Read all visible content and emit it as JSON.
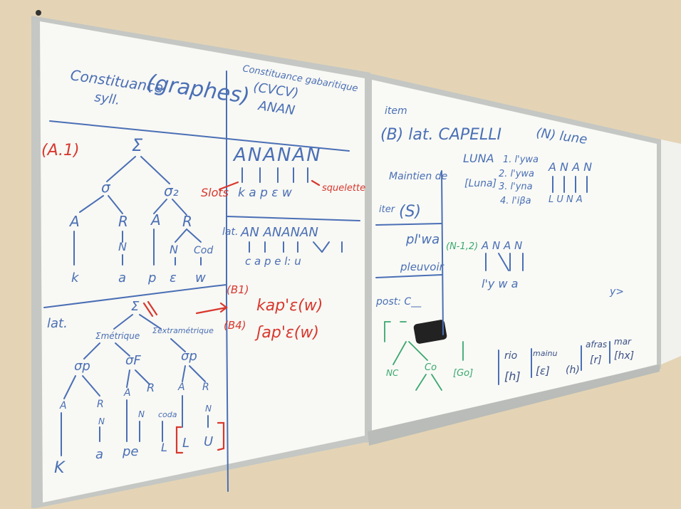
{
  "colors": {
    "wall": "#e6d6b8",
    "board": "#f7f8f5",
    "frame": "#c9ccc9",
    "marker_blue": "#4a6fb5",
    "marker_red": "#d8382e",
    "marker_green": "#3aa86e"
  },
  "left_board": {
    "title_1": "Constituance",
    "title_2": "syll.",
    "title_paren": "(graphes)",
    "title_right_1": "Constituance gabaritique",
    "title_right_2": "(CVCV)",
    "title_right_3": "ANAN",
    "label_A1": "(A.1)",
    "sigma": "Σ",
    "sigma1": "σ",
    "sigma2": "σ₂",
    "tree_A1": "A",
    "tree_R1": "R",
    "tree_A2": "A",
    "tree_R2": "R",
    "tree_N1": "N",
    "tree_N2": "N",
    "tree_Cod": "Cod",
    "seg_k": "k",
    "seg_a": "a",
    "seg_p": "p",
    "seg_e": "ε",
    "seg_w": "w",
    "ananan": "ANANAN",
    "slots": "Slots",
    "squelette": "squelette",
    "kapew": "k a p ε w",
    "lat_label": "lat.",
    "lat_ananan": "AN ANANAN",
    "lat_seg": "c a p e l: u",
    "b1": "(B1)",
    "b4": "(B4)",
    "b1_form": "kap'ε(w)",
    "b4_form": "ʃap'ε(w)",
    "lat_tree_label": "lat.",
    "metrique": "Σmétrique",
    "extrametrique": "Σextramétrique",
    "sigma_p1": "σp",
    "sigma_f": "σF",
    "sigma_p2": "σp",
    "coda": "coda",
    "lat_bottom": "K  a  pe  L [L  U]"
  },
  "right_board": {
    "item": "item",
    "b_label": "(B) lat. CAPELLI",
    "n_label": "(N) lune",
    "luna": "LUNA",
    "maintien": "Maintien de",
    "luna_br": "[Luna]",
    "list_1": "1. l'ywa",
    "list_2": "2. l'ywa",
    "list_3": "3. l'yna",
    "list_4": "4. l'iβa",
    "iter": "iter",
    "s_label": "(S)",
    "plwa": "pl'wa",
    "pleuvoir": "pleuvoir",
    "n12": "(N-1,2)",
    "anan": "A N A N",
    "lywa": "l'y w a",
    "anan_r": "A N A N",
    "luna_r": "L U N A",
    "post": "post: C__",
    "rio": "rio",
    "rio_h": "[h]",
    "mainu": "mainu",
    "mainu_br": "[ε]",
    "h_br": "(h)",
    "afras": "afras",
    "afras_br": "[r]",
    "mar": "mar",
    "mar_br": "[hx]",
    "y_note": "y>",
    "nc_label": "NC",
    "co_label": "Co",
    "go_label": "[Go]"
  }
}
